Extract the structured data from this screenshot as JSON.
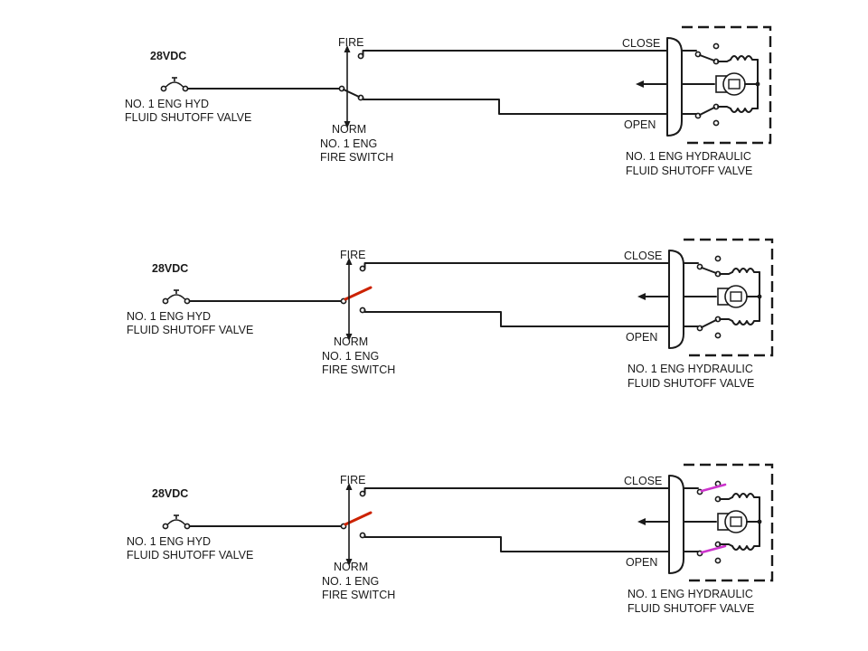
{
  "colors": {
    "line": "#1a1a1a",
    "switch_active": "#cc2200",
    "contact_active": "#cc33cc",
    "background": "#ffffff"
  },
  "diagrams": [
    {
      "state": "switch-norm",
      "supply": "28VDC",
      "breaker_label": [
        "NO. 1 ENG HYD",
        "FLUID SHUTOFF VALVE"
      ],
      "switch_fire": "FIRE",
      "switch_norm": "NORM",
      "switch_label": [
        "NO. 1 ENG",
        "FIRE SWITCH"
      ],
      "valve_close": "CLOSE",
      "valve_open": "OPEN",
      "valve_label": [
        "NO. 1 ENG HYDRAULIC",
        "FLUID SHUTOFF VALVE"
      ]
    },
    {
      "state": "switch-fire",
      "supply": "28VDC",
      "breaker_label": [
        "NO. 1 ENG HYD",
        "FLUID SHUTOFF VALVE"
      ],
      "switch_fire": "FIRE",
      "switch_norm": "NORM",
      "switch_label": [
        "NO. 1 ENG",
        "FIRE SWITCH"
      ],
      "valve_close": "CLOSE",
      "valve_open": "OPEN",
      "valve_label": [
        "NO. 1 ENG HYDRAULIC",
        "FLUID SHUTOFF VALVE"
      ]
    },
    {
      "state": "switch-fire-contacts-shifted",
      "supply": "28VDC",
      "breaker_label": [
        "NO. 1 ENG HYD",
        "FLUID SHUTOFF VALVE"
      ],
      "switch_fire": "FIRE",
      "switch_norm": "NORM",
      "switch_label": [
        "NO. 1 ENG",
        "FIRE SWITCH"
      ],
      "valve_close": "CLOSE",
      "valve_open": "OPEN",
      "valve_label": [
        "NO. 1 ENG HYDRAULIC",
        "FLUID SHUTOFF VALVE"
      ]
    }
  ]
}
